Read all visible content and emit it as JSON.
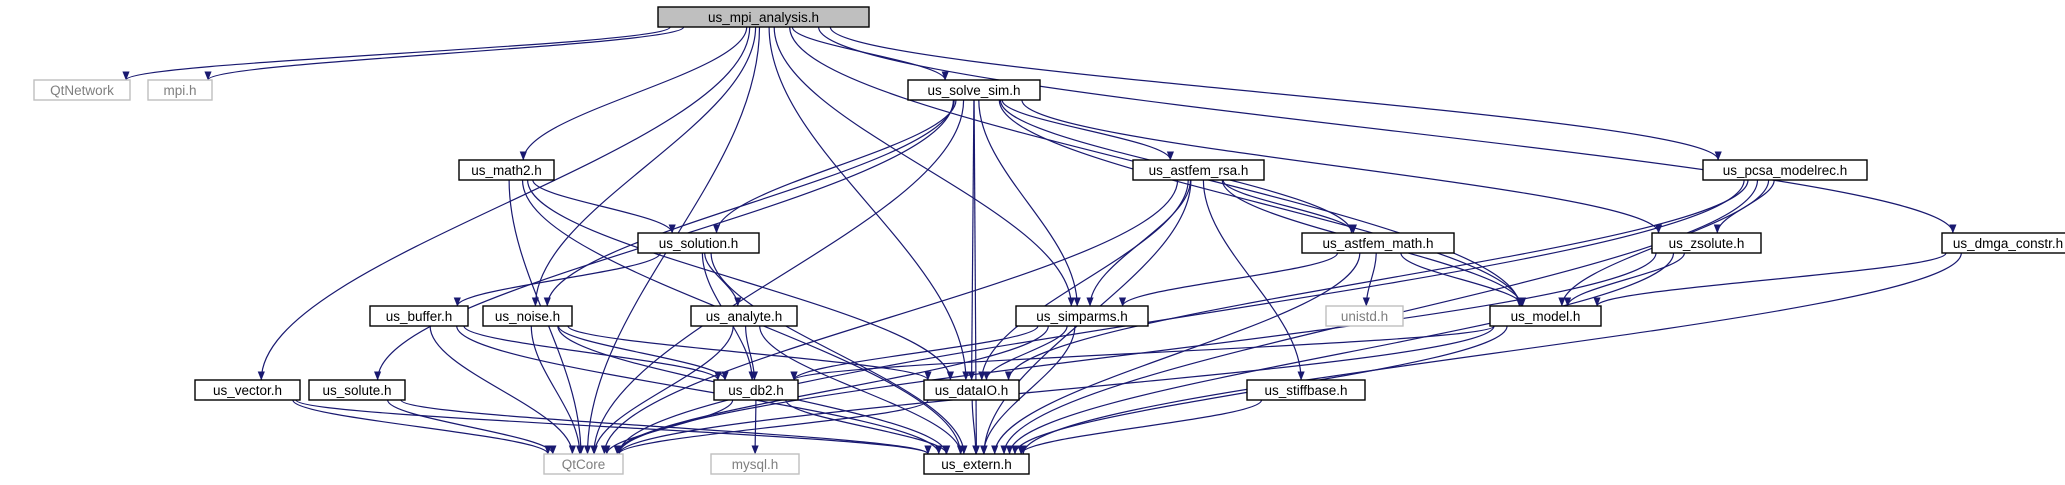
{
  "nodes": {
    "root": "us_mpi_analysis.h",
    "qtnetwork": "QtNetwork",
    "mpi": "mpi.h",
    "solve_sim": "us_solve_sim.h",
    "math2": "us_math2.h",
    "astfem_rsa": "us_astfem_rsa.h",
    "pcsa_modelrec": "us_pcsa_modelrec.h",
    "solution": "us_solution.h",
    "astfem_math": "us_astfem_math.h",
    "zsolute": "us_zsolute.h",
    "dmga_constr": "us_dmga_constr.h",
    "buffer": "us_buffer.h",
    "noise": "us_noise.h",
    "analyte": "us_analyte.h",
    "simparms": "us_simparms.h",
    "unistd": "unistd.h",
    "model": "us_model.h",
    "vector": "us_vector.h",
    "solute": "us_solute.h",
    "db2": "us_db2.h",
    "dataio": "us_dataIO.h",
    "stiffbase": "us_stiffbase.h",
    "qtcore": "QtCore",
    "mysql": "mysql.h",
    "extern": "us_extern.h"
  },
  "external_nodes": [
    "qtnetwork",
    "mpi",
    "unistd",
    "qtcore",
    "mysql"
  ],
  "root_node": "root",
  "edges": [
    [
      "root",
      "qtcore"
    ],
    [
      "root",
      "qtnetwork"
    ],
    [
      "root",
      "mpi"
    ],
    [
      "root",
      "math2"
    ],
    [
      "root",
      "vector"
    ],
    [
      "root",
      "noise"
    ],
    [
      "root",
      "dataio"
    ],
    [
      "root",
      "solve_sim"
    ],
    [
      "root",
      "simparms"
    ],
    [
      "root",
      "model"
    ],
    [
      "root",
      "pcsa_modelrec"
    ],
    [
      "root",
      "dmga_constr"
    ],
    [
      "solve_sim",
      "qtcore"
    ],
    [
      "solve_sim",
      "extern"
    ],
    [
      "solve_sim",
      "solute"
    ],
    [
      "solve_sim",
      "noise"
    ],
    [
      "solve_sim",
      "solution"
    ],
    [
      "solve_sim",
      "dataio"
    ],
    [
      "solve_sim",
      "simparms"
    ],
    [
      "solve_sim",
      "astfem_rsa"
    ],
    [
      "solve_sim",
      "astfem_math"
    ],
    [
      "solve_sim",
      "model"
    ],
    [
      "solve_sim",
      "zsolute"
    ],
    [
      "math2",
      "qtcore"
    ],
    [
      "math2",
      "extern"
    ],
    [
      "math2",
      "solution"
    ],
    [
      "math2",
      "dataio"
    ],
    [
      "astfem_rsa",
      "qtcore"
    ],
    [
      "astfem_rsa",
      "extern"
    ],
    [
      "astfem_rsa",
      "simparms"
    ],
    [
      "astfem_rsa",
      "dataio"
    ],
    [
      "astfem_rsa",
      "stiffbase"
    ],
    [
      "astfem_rsa",
      "astfem_math"
    ],
    [
      "astfem_rsa",
      "model"
    ],
    [
      "pcsa_modelrec",
      "zsolute"
    ],
    [
      "pcsa_modelrec",
      "model"
    ],
    [
      "pcsa_modelrec",
      "dataio"
    ],
    [
      "pcsa_modelrec",
      "qtcore"
    ],
    [
      "pcsa_modelrec",
      "extern"
    ],
    [
      "solution",
      "buffer"
    ],
    [
      "solution",
      "analyte"
    ],
    [
      "solution",
      "db2"
    ],
    [
      "solution",
      "extern"
    ],
    [
      "astfem_math",
      "simparms"
    ],
    [
      "astfem_math",
      "unistd"
    ],
    [
      "astfem_math",
      "model"
    ],
    [
      "astfem_math",
      "extern"
    ],
    [
      "zsolute",
      "model"
    ],
    [
      "zsolute",
      "qtcore"
    ],
    [
      "zsolute",
      "extern"
    ],
    [
      "dmga_constr",
      "model"
    ],
    [
      "dmga_constr",
      "extern"
    ],
    [
      "buffer",
      "qtcore"
    ],
    [
      "buffer",
      "db2"
    ],
    [
      "buffer",
      "extern"
    ],
    [
      "noise",
      "qtcore"
    ],
    [
      "noise",
      "db2"
    ],
    [
      "noise",
      "dataio"
    ],
    [
      "noise",
      "extern"
    ],
    [
      "analyte",
      "qtcore"
    ],
    [
      "analyte",
      "db2"
    ],
    [
      "analyte",
      "extern"
    ],
    [
      "simparms",
      "db2"
    ],
    [
      "simparms",
      "dataio"
    ],
    [
      "simparms",
      "qtcore"
    ],
    [
      "simparms",
      "extern"
    ],
    [
      "model",
      "db2"
    ],
    [
      "model",
      "qtcore"
    ],
    [
      "model",
      "extern"
    ],
    [
      "vector",
      "qtcore"
    ],
    [
      "vector",
      "extern"
    ],
    [
      "solute",
      "qtcore"
    ],
    [
      "solute",
      "extern"
    ],
    [
      "db2",
      "qtcore"
    ],
    [
      "db2",
      "mysql"
    ],
    [
      "db2",
      "extern"
    ],
    [
      "dataio",
      "qtcore"
    ],
    [
      "dataio",
      "extern"
    ],
    [
      "stiffbase",
      "extern"
    ]
  ]
}
